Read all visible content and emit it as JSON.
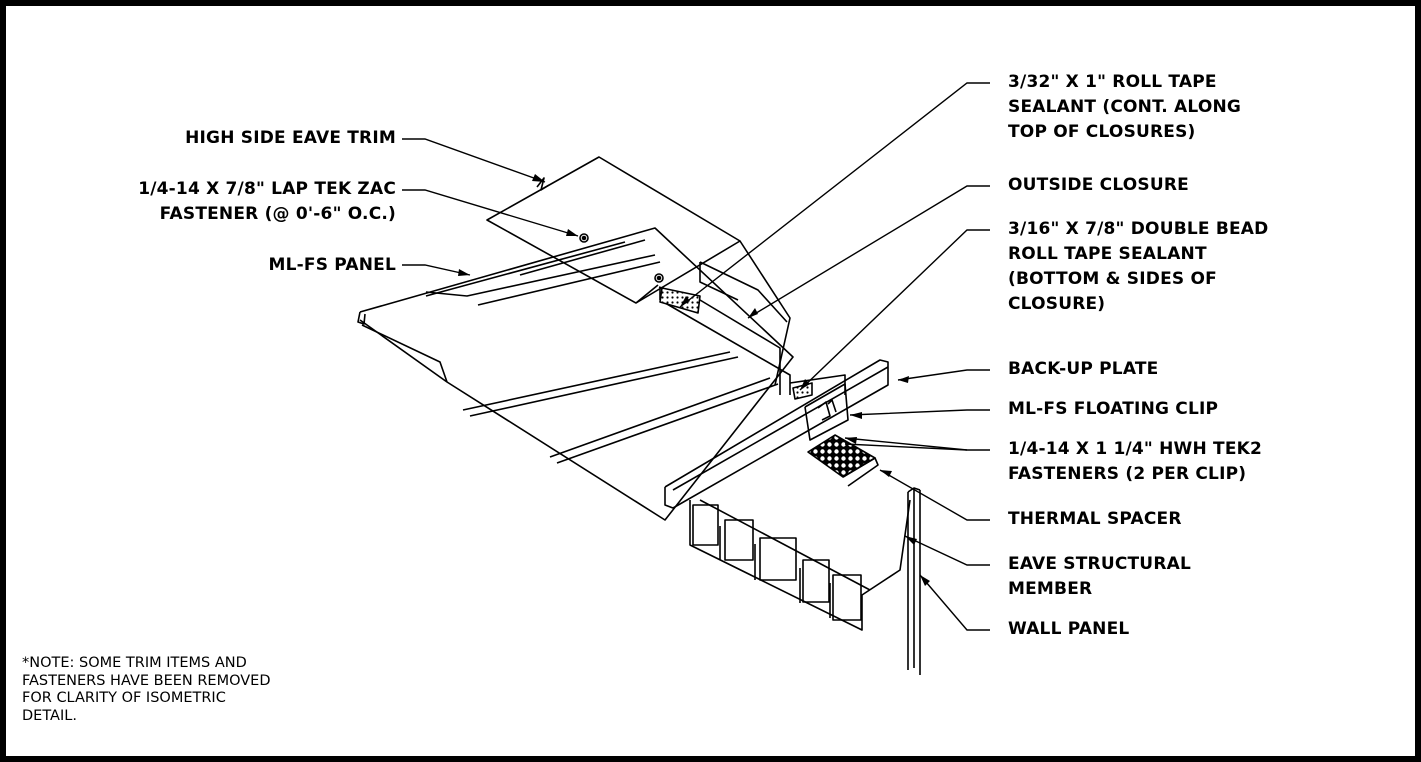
{
  "labels": {
    "high_side_eave_trim": "HIGH SIDE EAVE TRIM",
    "lap_tek_fastener": "1/4-14 X 7/8\" LAP TEK ZAC\nFASTENER (@ 0'-6\" O.C.)",
    "ml_fs_panel": "ML-FS PANEL",
    "roll_tape_sealant": "3/32\" X 1\" ROLL TAPE\nSEALANT (CONT. ALONG\nTOP OF CLOSURES)",
    "outside_closure": "OUTSIDE CLOSURE",
    "double_bead_sealant": "3/16\" X 7/8\" DOUBLE BEAD\nROLL TAPE SEALANT\n(BOTTOM & SIDES OF\nCLOSURE)",
    "back_up_plate": "BACK-UP PLATE",
    "floating_clip": "ML-FS FLOATING CLIP",
    "hwh_fasteners": "1/4-14 X 1 1/4\" HWH TEK2\nFASTENERS (2 PER CLIP)",
    "thermal_spacer": "THERMAL SPACER",
    "eave_structural_member": "EAVE STRUCTURAL\nMEMBER",
    "wall_panel": "WALL PANEL"
  },
  "note": "*NOTE: SOME TRIM ITEMS AND\nFASTENERS HAVE BEEN REMOVED\nFOR CLARITY OF ISOMETRIC\nDETAIL."
}
